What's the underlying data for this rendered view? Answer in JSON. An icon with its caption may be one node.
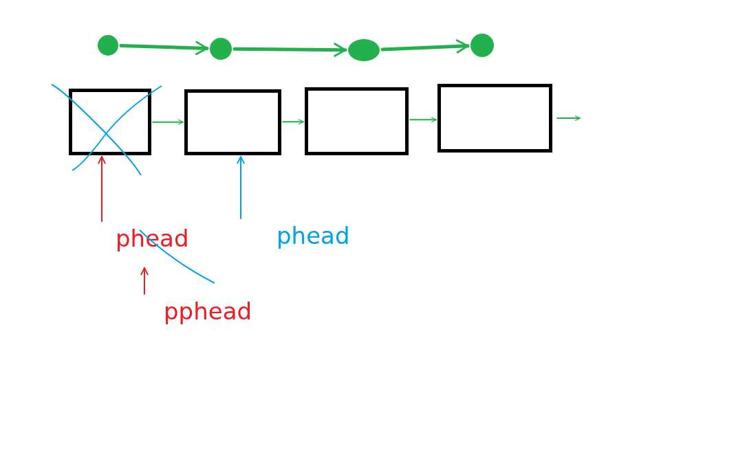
{
  "diagram": {
    "nodes": [
      {
        "text": [],
        "shape": "circle"
      },
      {
        "text": [],
        "shape": "circle"
      },
      {
        "text": [],
        "shape": "circle"
      },
      {
        "text": [],
        "shape": "circle"
      },
      {
        "text": [],
        "shape": "box"
      },
      {
        "text": [],
        "shape": "box"
      },
      {
        "text": [],
        "shape": "box"
      },
      {
        "text": [],
        "shape": "box"
      },
      {
        "text": [
          "phead"
        ]
      },
      {
        "text": [
          "phead"
        ]
      },
      {
        "text": [
          "pphead"
        ]
      }
    ],
    "edges": [
      {
        "from": 0,
        "to": 1,
        "arrow": "to",
        "style": "thick"
      },
      {
        "from": 1,
        "to": 2,
        "arrow": "to",
        "style": "thick"
      },
      {
        "from": 2,
        "to": 3,
        "arrow": "to",
        "style": "thick"
      },
      {
        "from": 4,
        "to": 5,
        "arrow": "to"
      },
      {
        "from": 5,
        "to": 6,
        "arrow": "to"
      },
      {
        "from": 6,
        "to": 7,
        "arrow": "to"
      },
      {
        "from": 7,
        "to": null,
        "arrow": "to"
      },
      {
        "from": 8,
        "to": 4,
        "arrow": "to",
        "color": "#ed1c24"
      },
      {
        "from": 9,
        "to": 5,
        "arrow": "to",
        "color": "#00a2e8"
      },
      {
        "from": 10,
        "to": 8,
        "arrow": "to",
        "color": "#ed1c24"
      }
    ]
  }
}
